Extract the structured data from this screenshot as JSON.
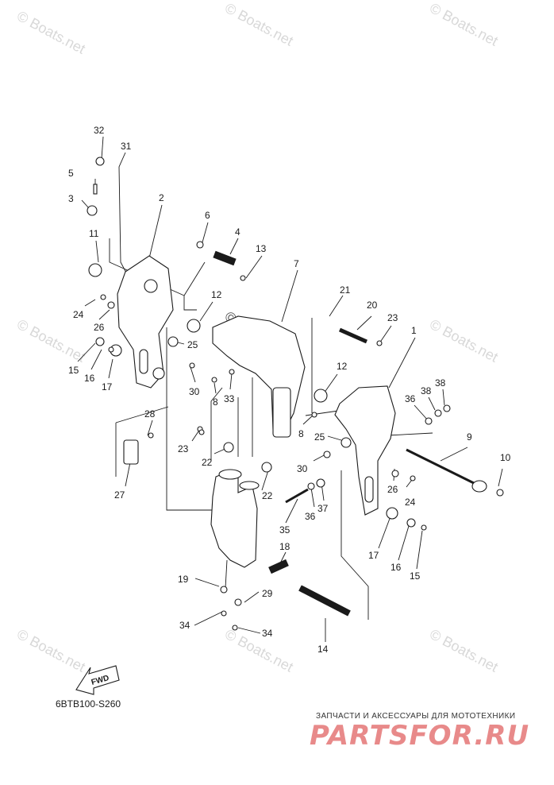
{
  "diagram": {
    "callouts": [
      {
        "id": "c32a",
        "label": "32"
      },
      {
        "id": "c31",
        "label": "31"
      },
      {
        "id": "c5",
        "label": "5"
      },
      {
        "id": "c3",
        "label": "3"
      },
      {
        "id": "c2",
        "label": "2"
      },
      {
        "id": "c6",
        "label": "6"
      },
      {
        "id": "c4",
        "label": "4"
      },
      {
        "id": "c13",
        "label": "13"
      },
      {
        "id": "c11",
        "label": "11"
      },
      {
        "id": "c7",
        "label": "7"
      },
      {
        "id": "c21",
        "label": "21"
      },
      {
        "id": "c20",
        "label": "20"
      },
      {
        "id": "c23a",
        "label": "23"
      },
      {
        "id": "c1",
        "label": "1"
      },
      {
        "id": "c12a",
        "label": "12"
      },
      {
        "id": "c24a",
        "label": "24"
      },
      {
        "id": "c26a",
        "label": "26"
      },
      {
        "id": "c25a",
        "label": "25"
      },
      {
        "id": "c15a",
        "label": "15"
      },
      {
        "id": "c16a",
        "label": "16"
      },
      {
        "id": "c17a",
        "label": "17"
      },
      {
        "id": "c30a",
        "label": "30"
      },
      {
        "id": "c8a",
        "label": "8"
      },
      {
        "id": "c33",
        "label": "33"
      },
      {
        "id": "c12b",
        "label": "12"
      },
      {
        "id": "c38a",
        "label": "38"
      },
      {
        "id": "c38b",
        "label": "38"
      },
      {
        "id": "c36a",
        "label": "36"
      },
      {
        "id": "c28",
        "label": "28"
      },
      {
        "id": "c8b",
        "label": "8"
      },
      {
        "id": "c23b",
        "label": "23"
      },
      {
        "id": "c25b",
        "label": "25"
      },
      {
        "id": "c9",
        "label": "9"
      },
      {
        "id": "c10",
        "label": "10"
      },
      {
        "id": "c22a",
        "label": "22"
      },
      {
        "id": "c30b",
        "label": "30"
      },
      {
        "id": "c26b",
        "label": "26"
      },
      {
        "id": "c24b",
        "label": "24"
      },
      {
        "id": "c27",
        "label": "27"
      },
      {
        "id": "c22b",
        "label": "22"
      },
      {
        "id": "c36b",
        "label": "36"
      },
      {
        "id": "c37",
        "label": "37"
      },
      {
        "id": "c35",
        "label": "35"
      },
      {
        "id": "c18",
        "label": "18"
      },
      {
        "id": "c17b",
        "label": "17"
      },
      {
        "id": "c16b",
        "label": "16"
      },
      {
        "id": "c15b",
        "label": "15"
      },
      {
        "id": "c19",
        "label": "19"
      },
      {
        "id": "c29",
        "label": "29"
      },
      {
        "id": "c34a",
        "label": "34"
      },
      {
        "id": "c34b",
        "label": "34"
      },
      {
        "id": "c14",
        "label": "14"
      }
    ],
    "fwd_label": "FWD",
    "diagram_code": "6BTB100-S260",
    "watermark": "© Boats.net"
  },
  "footer": {
    "tagline": "ЗАПЧАСТИ И АКСЕССУАРЫ ДЛЯ МОТОТЕХНИКИ",
    "brand": "PARTSFOR.RU"
  }
}
